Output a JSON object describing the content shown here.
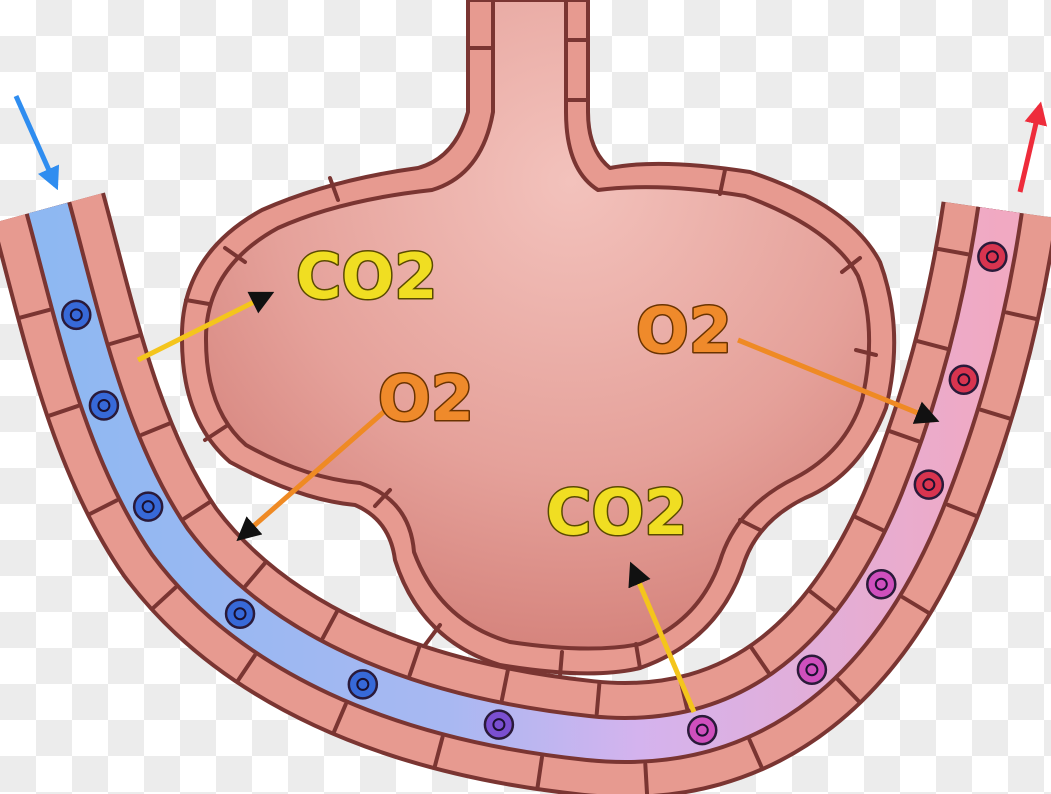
{
  "labels": {
    "alveolus_co2": "CO2",
    "alveolus_o2": "O2",
    "upper_co2": "CO2",
    "upper_o2": "O2"
  },
  "colors": {
    "tissue": "#e79a90",
    "tissue_dark": "#7a3532",
    "alveolus_light": "#f3c2bc",
    "alveolus_dark": "#d4817a",
    "blood_deoxygenated": "#8eb8f2",
    "blood_mixed": "#d4b3ee",
    "blood_oxygenated": "#f1a9c2",
    "cell_blue": "#3769d8",
    "cell_violet": "#7a4fd0",
    "cell_magenta": "#cf4fbd",
    "cell_red": "#d8344f",
    "arrow_inflow": "#2f8df0",
    "arrow_outflow": "#ee2c3b",
    "co2_text": "#f0de22",
    "o2_text": "#ef8a2b",
    "co2_arrow": "#f4c51c",
    "o2_arrow": "#ef8a24"
  },
  "blood_cells": [
    {
      "color": "cell_blue"
    },
    {
      "color": "cell_blue"
    },
    {
      "color": "cell_blue"
    },
    {
      "color": "cell_blue"
    },
    {
      "color": "cell_blue"
    },
    {
      "color": "cell_violet"
    },
    {
      "color": "cell_magenta"
    },
    {
      "color": "cell_magenta"
    },
    {
      "color": "cell_magenta"
    },
    {
      "color": "cell_red"
    },
    {
      "color": "cell_red"
    },
    {
      "color": "cell_red"
    }
  ]
}
